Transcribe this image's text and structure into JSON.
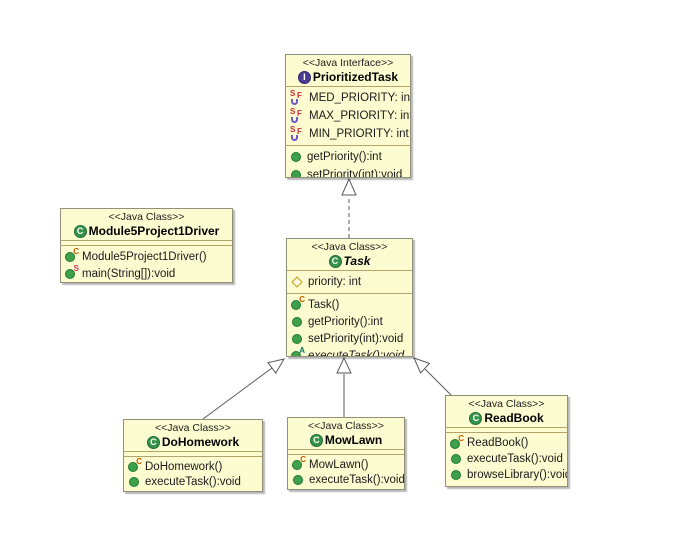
{
  "colors": {
    "box_fill": "#FDFBD0",
    "box_border": "#91917A",
    "compartment_separator": "#B3A469",
    "class_icon_green": "#37934A",
    "interface_icon_purple": "#4A3C94",
    "constructor_decorator_orange": "#C75B00",
    "static_decorator_pink": "#CC3366",
    "abstract_decorator_teal": "#00736E",
    "static_final_decorator_red": "#CC2936",
    "protected_field_gold": "#C19A13",
    "edge_gray": "#5A5A5A"
  },
  "classes": {
    "prioritized_task": {
      "stereotype": "<<Java Interface>>",
      "name": "PrioritizedTask",
      "kind_icon": "interface-icon",
      "fields": [
        {
          "icon": "static-final-field-icon",
          "label": "MED_PRIORITY: int"
        },
        {
          "icon": "static-final-field-icon",
          "label": "MAX_PRIORITY: int"
        },
        {
          "icon": "static-final-field-icon",
          "label": "MIN_PRIORITY: int"
        }
      ],
      "methods": [
        {
          "icon": "public-method-icon",
          "label": "getPriority():int"
        },
        {
          "icon": "public-method-icon",
          "label": "setPriority(int):void"
        }
      ]
    },
    "module5_project1_driver": {
      "stereotype": "<<Java Class>>",
      "name": "Module5Project1Driver",
      "kind_icon": "class-icon",
      "methods": [
        {
          "icon": "constructor-method-icon",
          "label": "Module5Project1Driver()"
        },
        {
          "icon": "static-method-icon",
          "label": "main(String[]):void"
        }
      ]
    },
    "task": {
      "stereotype": "<<Java Class>>",
      "name": "Task",
      "kind_icon": "class-icon",
      "fields": [
        {
          "icon": "protected-field-icon",
          "label": "priority: int"
        }
      ],
      "methods": [
        {
          "icon": "constructor-method-icon",
          "label": "Task()"
        },
        {
          "icon": "public-method-icon",
          "label": "getPriority():int"
        },
        {
          "icon": "public-method-icon",
          "label": "setPriority(int):void"
        },
        {
          "icon": "abstract-method-icon",
          "label": "executeTask():void"
        }
      ]
    },
    "do_homework": {
      "stereotype": "<<Java Class>>",
      "name": "DoHomework",
      "kind_icon": "class-icon",
      "methods": [
        {
          "icon": "constructor-method-icon",
          "label": "DoHomework()"
        },
        {
          "icon": "public-method-icon",
          "label": "executeTask():void"
        }
      ]
    },
    "mow_lawn": {
      "stereotype": "<<Java Class>>",
      "name": "MowLawn",
      "kind_icon": "class-icon",
      "methods": [
        {
          "icon": "constructor-method-icon",
          "label": "MowLawn()"
        },
        {
          "icon": "public-method-icon",
          "label": "executeTask():void"
        }
      ]
    },
    "read_book": {
      "stereotype": "<<Java Class>>",
      "name": "ReadBook",
      "kind_icon": "class-icon",
      "methods": [
        {
          "icon": "constructor-method-icon",
          "label": "ReadBook()"
        },
        {
          "icon": "public-method-icon",
          "label": "executeTask():void"
        },
        {
          "icon": "public-method-icon",
          "label": "browseLibrary():void"
        }
      ]
    }
  },
  "relations": [
    {
      "type": "realization",
      "from": "Task",
      "to": "PrioritizedTask",
      "line": "dashed",
      "arrow": "hollow-triangle"
    },
    {
      "type": "generalization",
      "from": "DoHomework",
      "to": "Task",
      "line": "solid",
      "arrow": "hollow-triangle"
    },
    {
      "type": "generalization",
      "from": "MowLawn",
      "to": "Task",
      "line": "solid",
      "arrow": "hollow-triangle"
    },
    {
      "type": "generalization",
      "from": "ReadBook",
      "to": "Task",
      "line": "solid",
      "arrow": "hollow-triangle"
    }
  ]
}
